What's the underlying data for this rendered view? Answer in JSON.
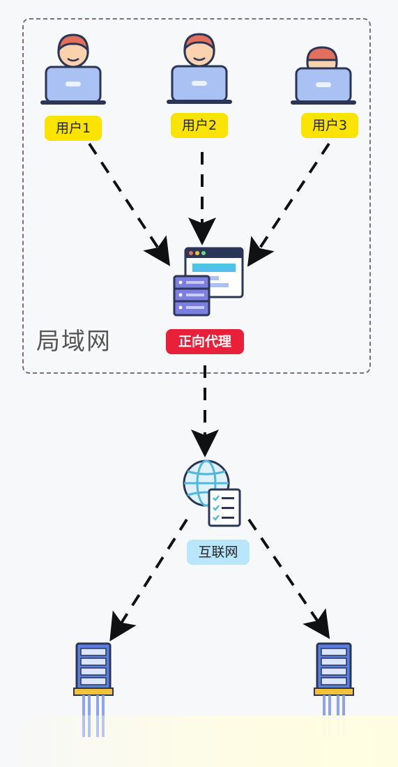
{
  "lan": {
    "label": "局域网"
  },
  "users": [
    {
      "label": "用户1"
    },
    {
      "label": "用户2"
    },
    {
      "label": "用户3"
    }
  ],
  "proxy": {
    "label": "正向代理"
  },
  "internet": {
    "label": "互联网"
  },
  "colors": {
    "user_badge": "#fbe300",
    "proxy_badge": "#e8203a",
    "internet_badge": "#b9e6fb",
    "device_blue": "#a9c2f3",
    "outline": "#2b3556",
    "arrow": "#111111",
    "skin": "#fbd2ad",
    "hair": "#e2705c",
    "server_blue": "#5b7fe0",
    "server_base": "#f2c23a"
  }
}
